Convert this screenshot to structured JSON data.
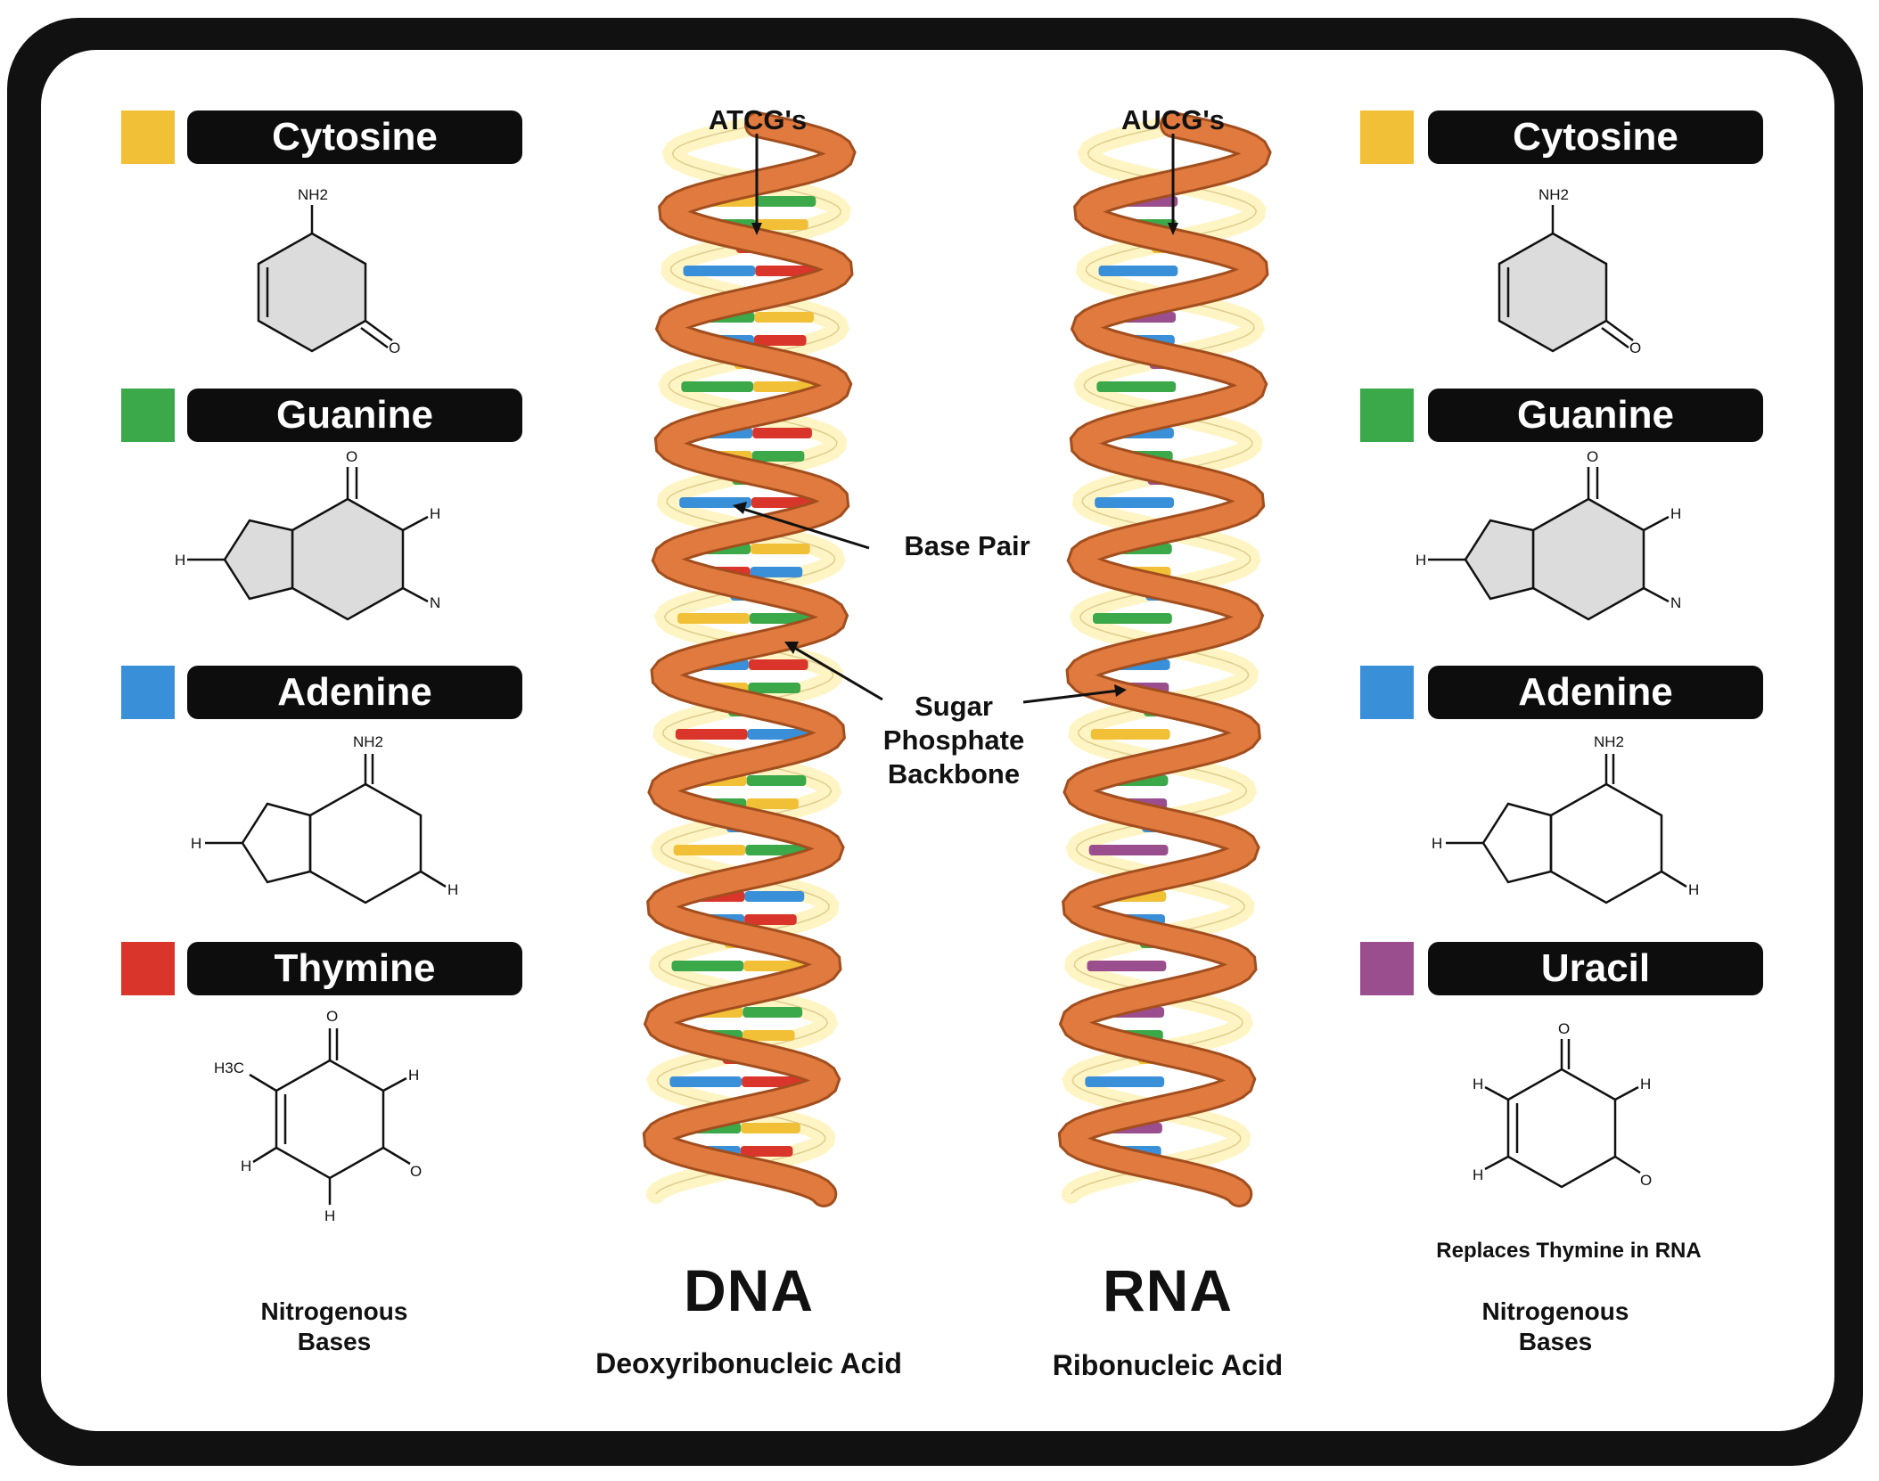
{
  "colors": {
    "cytosine": "#F2C037",
    "guanine": "#3BA84A",
    "adenine": "#3A8FD9",
    "thymine": "#D9352B",
    "uracil": "#9B4E8E",
    "backbone": "#E07A3E",
    "backbone_edge": "#A24E1E",
    "inner_strand": "#FFF5C4"
  },
  "left_panel": {
    "bases": [
      {
        "name": "Cytosine",
        "color": "cytosine"
      },
      {
        "name": "Guanine",
        "color": "guanine"
      },
      {
        "name": "Adenine",
        "color": "adenine"
      },
      {
        "name": "Thymine",
        "color": "thymine"
      }
    ],
    "caption": "Nitrogenous\nBases"
  },
  "right_panel": {
    "bases": [
      {
        "name": "Cytosine",
        "color": "cytosine"
      },
      {
        "name": "Guanine",
        "color": "guanine"
      },
      {
        "name": "Adenine",
        "color": "adenine"
      },
      {
        "name": "Uracil",
        "color": "uracil"
      }
    ],
    "note": "Replaces Thymine in RNA",
    "caption": "Nitrogenous\nBases"
  },
  "molecule_labels": {
    "nh2": "NH2",
    "o": "O",
    "h3c": "H3C"
  },
  "dna": {
    "pointer_label": "ATCG's",
    "title": "DNA",
    "subtitle": "Deoxyribonucleic Acid"
  },
  "rna": {
    "pointer_label": "AUCG's",
    "title": "RNA",
    "subtitle": "Ribonucleic Acid"
  },
  "annotations": {
    "base_pair": "Base Pair",
    "backbone": "Sugar\nPhosphate\nBackbone"
  }
}
